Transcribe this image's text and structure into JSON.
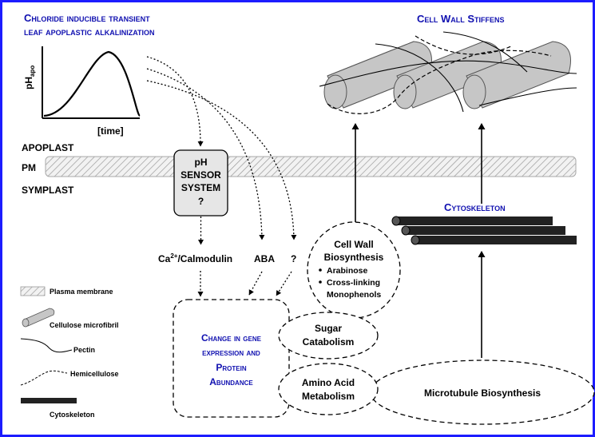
{
  "title": {
    "line1": "Chloride inducible transient",
    "line2": "leaf apoplastic alkalinization"
  },
  "graph": {
    "ylabel": "pH",
    "ylabel_sub": "apo",
    "xlabel": "[time]"
  },
  "compartments": {
    "apoplast": "APOPLAST",
    "pm": "PM",
    "symplast": "SYMPLAST"
  },
  "sensor": {
    "line1": "pH",
    "line2": "SENSOR",
    "line3": "SYSTEM",
    "line4": "?"
  },
  "signals": {
    "ca_calmodulin": "Ca2+/Calmodulin",
    "ca_base": "Ca",
    "ca_sup": "2+",
    "ca_rest": "/Calmodulin",
    "aba": "ABA",
    "unknown": "?"
  },
  "gene_box": {
    "line1": "Change in gene",
    "line2": "expression and",
    "line3": "Protein",
    "line4": "Abundance"
  },
  "cell_wall_title": "Cell Wall Stiffens",
  "cytoskeleton_title": "Cytoskeleton",
  "biosynthesis": {
    "line1": "Cell Wall",
    "line2": "Biosynthesis",
    "items": [
      "Arabinose",
      "Cross-linking"
    ],
    "line_extra": "Monophenols"
  },
  "sugar": {
    "line1": "Sugar",
    "line2": "Catabolism"
  },
  "amino": {
    "line1": "Amino Acid",
    "line2": "Metabolism"
  },
  "microtubule": "Microtubule Biosynthesis",
  "legend": {
    "plasma_membrane": "Plasma membrane",
    "cellulose": "Cellulose microfibril",
    "pectin": "Pectin",
    "hemicellulose": "Hemicellulose",
    "cytoskeleton": "Cytoskeleton"
  },
  "colors": {
    "accent": "#1010b0",
    "border": "#1c1cff",
    "membrane_fill": "#e8e8e8",
    "cylinder_fill": "#c8c8c8",
    "tube_fill": "#222222"
  }
}
